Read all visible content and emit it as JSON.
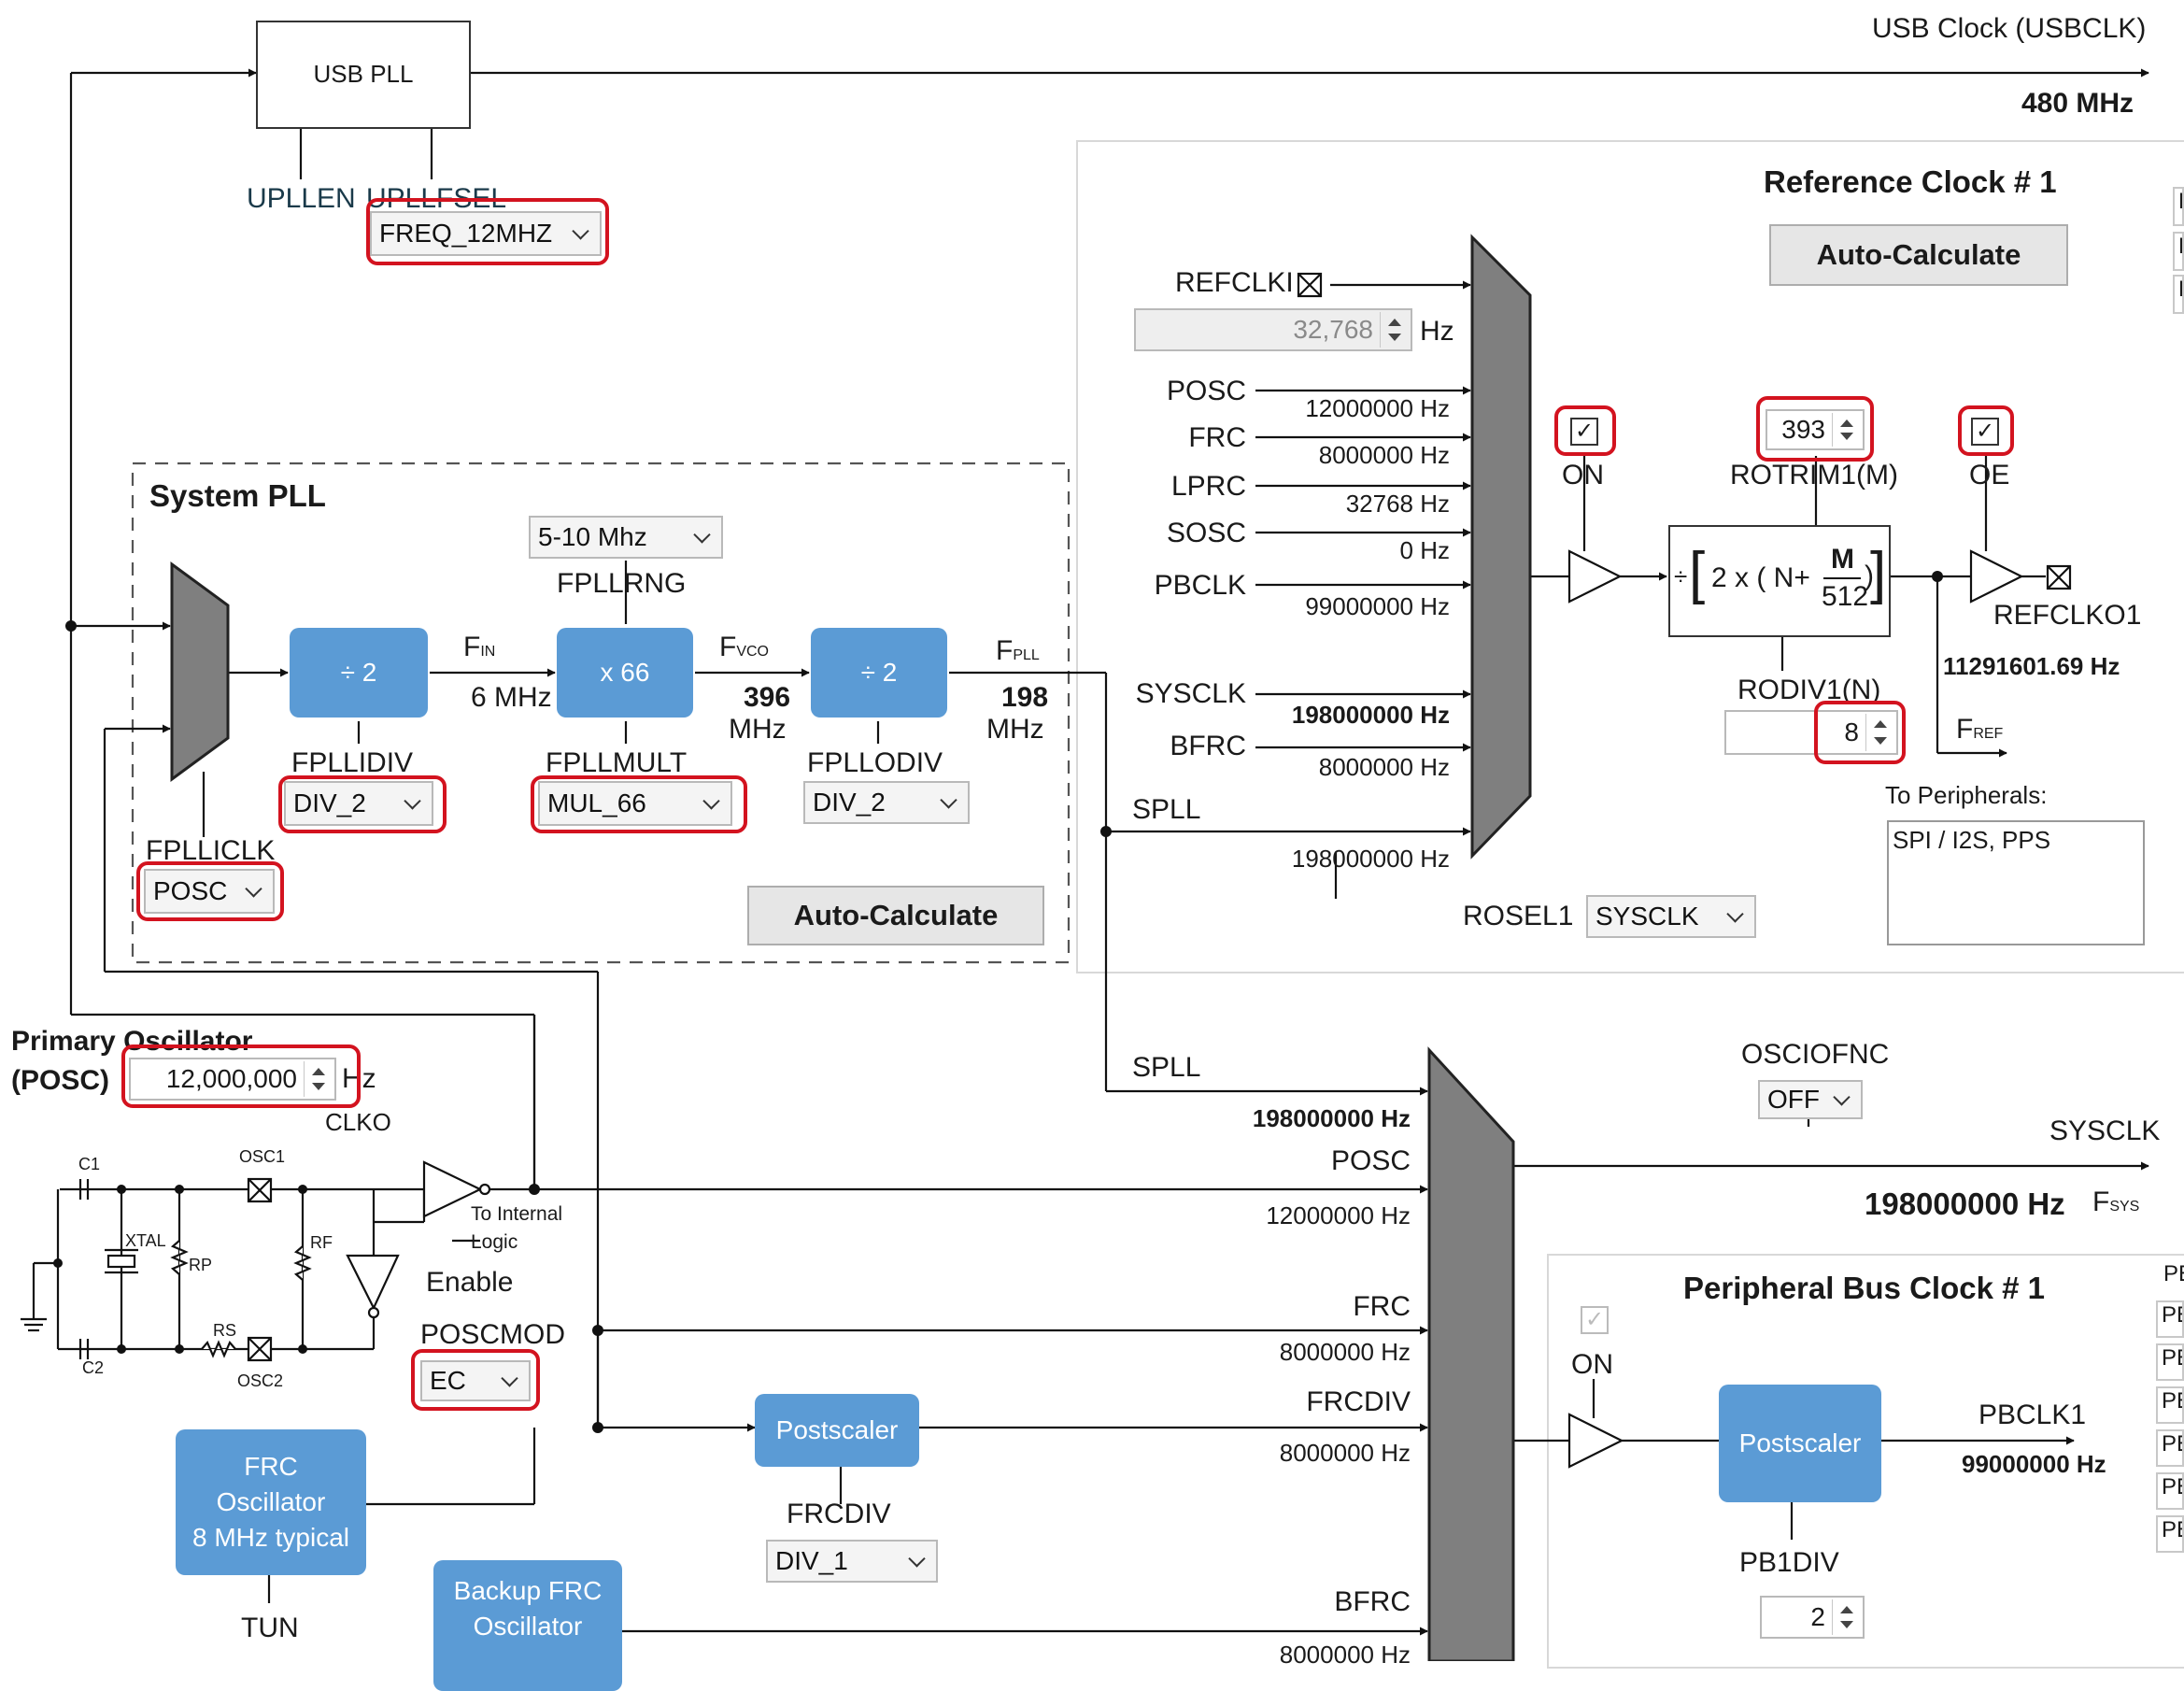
{
  "usb_pll": {
    "box_label": "USB PLL",
    "upllen_label": "UPLLEN",
    "upllfsel_label": "UPLLFSEL",
    "upllfsel_value": "FREQ_12MHZ",
    "output_label": "USB Clock (USBCLK)",
    "output_freq": "480 MHz"
  },
  "system_pll": {
    "title": "System PLL",
    "fpllrng_value": "5-10 Mhz",
    "fpllrng_label": "FPLLRNG",
    "fpllidiv_block": "÷ 2",
    "fpllidiv_label": "FPLLIDIV",
    "fpllidiv_value": "DIV_2",
    "fin_label": "F",
    "fin_sub": "IN",
    "fin_value": "6 MHz",
    "fpllmult_block": "x  66",
    "fpllmult_label": "FPLLMULT",
    "fpllmult_value": "MUL_66",
    "fvco_label": "F",
    "fvco_sub": "VCO",
    "fvco_value_1": "396",
    "fvco_value_2": "MHz",
    "fpllodiv_block": "÷ 2",
    "fpllodiv_label": "FPLLODIV",
    "fpllodiv_value": "DIV_2",
    "fpll_label": "F",
    "fpll_sub": "PLL",
    "fpll_value_1": "198",
    "fpll_value_2": "MHz",
    "fpllicl_label": "FPLLICLK",
    "fpllicl_value": "POSC",
    "auto_calculate": "Auto-Calculate"
  },
  "reference_clock": {
    "title": "Reference Clock # 1",
    "auto_calculate": "Auto-Calculate",
    "refclki_label": "REFCLKI",
    "refclki_freq": "32,768",
    "hz": "Hz",
    "inputs": [
      {
        "name": "POSC",
        "freq": "12000000 Hz"
      },
      {
        "name": "FRC",
        "freq": "8000000 Hz"
      },
      {
        "name": "LPRC",
        "freq": "32768 Hz"
      },
      {
        "name": "SOSC",
        "freq": "0 Hz"
      },
      {
        "name": "PBCLK",
        "freq": "99000000 Hz"
      },
      {
        "name": "SYSCLK",
        "freq": "198000000 Hz"
      },
      {
        "name": "BFRC",
        "freq": "8000000 Hz"
      }
    ],
    "spll_label": "SPLL",
    "spll_freq": "198000000 Hz",
    "on_label": "ON",
    "rotrim_value": "393",
    "rotrim_label": "ROTRIM1(M)",
    "oe_label": "OE",
    "formula_div": "÷",
    "formula_prefix": "2 x ( N+",
    "formula_m": "M",
    "formula_512": "512",
    "formula_close": ")",
    "rodiv_label": "RODIV1(N)",
    "rodiv_value": "8",
    "refclko_label": "REFCLKO1",
    "refclko_freq": "11291601.69 Hz",
    "fref_label": "F",
    "fref_sub": "REF",
    "peripherals_label": "To Peripherals:",
    "peripherals_value": "SPI / I2S, PPS",
    "rosel_label": "ROSEL1",
    "rosel_value": "SYSCLK"
  },
  "primary_oscillator": {
    "title_1": "Primary Oscillator",
    "title_2": "(POSC)",
    "freq_value": "12,000,000",
    "hz": "Hz",
    "clko": "CLKO",
    "c1": "C1",
    "c2": "C2",
    "osc1": "OSC1",
    "osc2": "OSC2",
    "xtal": "XTAL",
    "rp": "RP",
    "rf": "RF",
    "rs": "RS",
    "to_internal_1": "To Internal",
    "to_internal_2": "Logic",
    "enable": "Enable",
    "poscmod_label": "POSCMOD",
    "poscmod_value": "EC"
  },
  "frc": {
    "block_1": "FRC",
    "block_2": "Oscillator",
    "block_3": "8 MHz typical",
    "tun": "TUN",
    "postscaler": "Postscaler",
    "frcdiv_label": "FRCDIV",
    "frcdiv_value": "DIV_1",
    "backup_1": "Backup FRC",
    "backup_2": "Oscillator"
  },
  "sysclk_mux": {
    "spll_label": "SPLL",
    "spll_freq": "198000000 Hz",
    "posc_label": "POSC",
    "posc_freq": "12000000 Hz",
    "frc_label": "FRC",
    "frc_freq": "8000000 Hz",
    "frcdiv_label": "FRCDIV",
    "frcdiv_freq": "8000000 Hz",
    "bfrc_label": "BFRC",
    "bfrc_freq": "8000000 Hz",
    "osciofnc_label": "OSCIOFNC",
    "osciofnc_value": "OFF",
    "sysclk_label": "SYSCLK",
    "sysclk_freq": "198000000 Hz",
    "fsys_label": "F",
    "fsys_sub": "SYS"
  },
  "peripheral_bus": {
    "title": "Peripheral Bus Clock # 1",
    "on_label": "ON",
    "postscaler": "Postscaler",
    "pbclk_label": "PBCLK1",
    "pbclk_freq": "99000000 Hz",
    "pbdiv_label": "PB1DIV",
    "pbdiv_value": "2"
  },
  "edge": {
    "pb_header": "PE",
    "pb_rows": [
      "PE",
      "PE",
      "PE",
      "PE",
      "PE",
      "PE"
    ],
    "ref_rows": [
      "F",
      "F",
      "F"
    ]
  }
}
